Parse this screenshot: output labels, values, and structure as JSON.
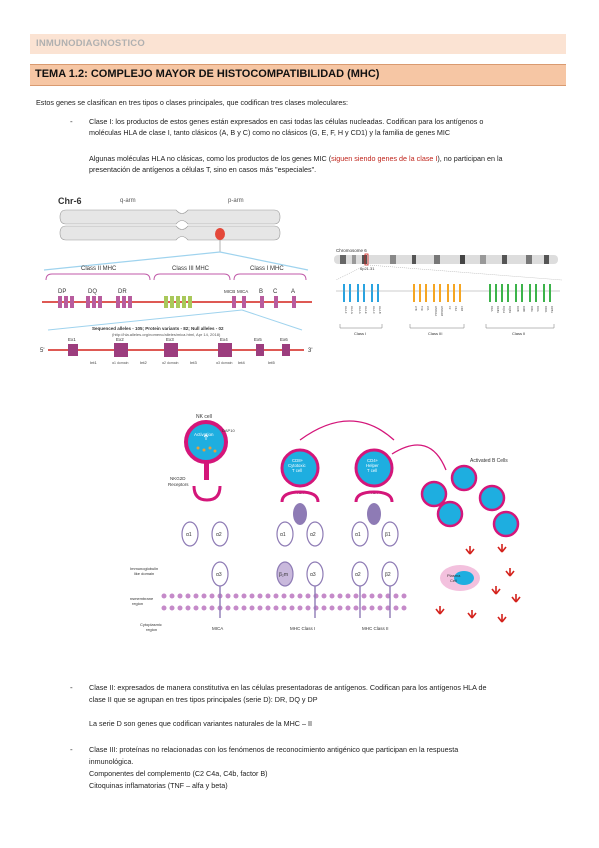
{
  "header": {
    "course": "INMUNODIAGNOSTICO"
  },
  "topic": {
    "title": "TEMA 1.2: COMPLEJO MAYOR DE HISTOCOMPATIBILIDAD (MHC)"
  },
  "intro": "Estos genes se clasifican en tres tipos o clases principales, que codifican tres clases moleculares:",
  "bullet_marker": "-",
  "class1": {
    "line1": "Clase I: los productos de estos genes están expresados en casi todas las células nucleadas. Codifican para los antígenos o",
    "line2": "moléculas HLA de clase I, tanto clásicos (A, B y C) como no clásicos (G, E, F,  H y CD1) y la familia de genes MIC",
    "note_a": "Algunas moléculas HLA no clásicas, como los productos de los genes MIC (",
    "note_red": "siguen siendo genes de la clase I",
    "note_b": "), no participan en la",
    "note_line2": "presentación de antígenos a células T, sino en casos más \"especiales\"."
  },
  "figure1": {
    "chr_label": "Chr-6",
    "q_arm": "q-arm",
    "p_arm": "p-arm",
    "class2_label": "Class II MHC",
    "class3_label": "Class III MHC",
    "class1_label": "Class I MHC",
    "genes_left": [
      "DP",
      "DQ",
      "DR"
    ],
    "genes_mid": [
      "MICB",
      "MICA"
    ],
    "genes_right": [
      "B",
      "C",
      "A"
    ],
    "seq_line1": "Sequenced alleles - 105; Protein variants - 82; Null alleles - 02",
    "seq_line2": "(http://hla.alleles.org/nomenc/alleles/mica.html, Apr 14, 2018)",
    "exons": [
      "Ex1",
      "Ex2",
      "Ex3",
      "Ex4",
      "Ex5",
      "Ex6"
    ],
    "exon_domains": [
      "α1 domain",
      "α2 domain",
      "α3 domain"
    ],
    "introns": [
      "Int1",
      "Int2",
      "Int3",
      "Int4",
      "Int5"
    ],
    "prime5": "5'",
    "prime3": "3'"
  },
  "figure2": {
    "chromosome": "Chromosome 6",
    "band": "6p21.31",
    "class_labels": [
      "Class I",
      "Class III",
      "Class II"
    ],
    "class1_genes": [
      "HLA-F",
      "HLA-G",
      "HLA-A",
      "HLA-E",
      "HLA-C",
      "HLA-B"
    ],
    "class3_genes": [
      "LTB",
      "TNF",
      "LTA",
      "HSPA1A",
      "HSPA1B",
      "C2",
      "C4A",
      "C4B"
    ],
    "class2_genes": [
      "DRA",
      "DRB1",
      "DQA1",
      "DQB1",
      "DOB",
      "DMB",
      "DMA",
      "DOA",
      "DPA1",
      "DPB1"
    ],
    "colors": {
      "class1": "#29a3e0",
      "class3": "#f5a623",
      "class2": "#3cb34a"
    }
  },
  "figure3": {
    "nk_cell": "NK cell",
    "activation": "Activation",
    "dap10": "DAP10",
    "nkg2d": "NKG2D\nReceptors",
    "cd8": "CD8+\nCytotoxic\nT cell",
    "cd4": "CD4+\nHelper\nT cell",
    "activated_b": "Activated B Cells",
    "tcr": "TCR",
    "alpha1": "α1",
    "alpha2": "α2",
    "alpha3": "α3",
    "beta1": "β1",
    "beta2": "β2",
    "b2m": "β₂m",
    "ig_like": "Immunoglobulin\nlike domain",
    "transmembrane": "Transmembrane\nregion",
    "cytoplasmic": "Cytoplasmic\nregion",
    "mica": "MICA",
    "mhc1": "MHC Class I",
    "mhc2": "MHC Class II",
    "plasma": "Plasma\nCell",
    "colors": {
      "magenta": "#d4167a",
      "cyan": "#1eaee0",
      "purple": "#8e7bb5",
      "membrane": "#c58ac9"
    }
  },
  "class2": {
    "line1": "Clase II: expresados de manera constitutiva en las células presentadoras de antígenos. Codifican para  los antígenos HLA de",
    "line2": "clase II que se agrupan en tres tipos principales (serie D): DR, DQ y DP",
    "note": "La serie D son genes que codifican variantes naturales de la  MHC – II"
  },
  "class3": {
    "line1": "Clase III: proteínas no relacionadas con los fenómenos de reconocimiento antigénico que participan en la  respuesta",
    "line2": "inmunológica.",
    "line3": "Componentes del complemento (C2 C4a, C4b, factor B)",
    "line4": "Citoquinas inflamatorias (TNF – alfa y beta)"
  }
}
